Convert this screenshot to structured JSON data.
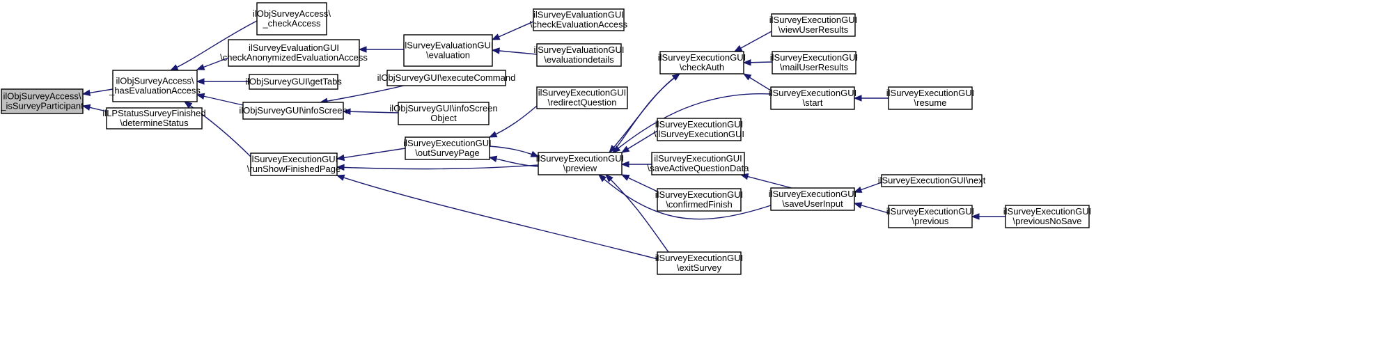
{
  "diagram": {
    "nodes": [
      {
        "id": "n1",
        "lines": [
          "ilObjSurveyAccess\\",
          "_isSurveyParticipant"
        ],
        "root": true
      },
      {
        "id": "n2",
        "lines": [
          "ilObjSurveyAccess\\",
          "_hasEvaluationAccess"
        ]
      },
      {
        "id": "n3",
        "lines": [
          "ilLPStatusSurveyFinished",
          "\\determineStatus"
        ]
      },
      {
        "id": "n4",
        "lines": [
          "ilObjSurveyAccess\\",
          "_checkAccess"
        ]
      },
      {
        "id": "n5",
        "lines": [
          "ilSurveyEvaluationGUI",
          "\\checkAnonymizedEvaluationAccess"
        ]
      },
      {
        "id": "n6",
        "lines": [
          "ilObjSurveyGUI\\getTabs"
        ]
      },
      {
        "id": "n7",
        "lines": [
          "ilObjSurveyGUI\\infoScreen"
        ]
      },
      {
        "id": "n8",
        "lines": [
          "ilSurveyExecutionGUI",
          "\\runShowFinishedPage"
        ]
      },
      {
        "id": "n9",
        "lines": [
          "ilSurveyEvaluationGUI",
          "\\evaluation"
        ]
      },
      {
        "id": "n10",
        "lines": [
          "ilObjSurveyGUI\\executeCommand"
        ]
      },
      {
        "id": "n11",
        "lines": [
          "ilObjSurveyGUI\\infoScreen",
          "Object"
        ]
      },
      {
        "id": "n12",
        "lines": [
          "ilSurveyExecutionGUI",
          "\\outSurveyPage"
        ]
      },
      {
        "id": "n13",
        "lines": [
          "ilSurveyEvaluationGUI",
          "\\checkEvaluationAccess"
        ]
      },
      {
        "id": "n14",
        "lines": [
          "ilSurveyEvaluationGUI",
          "\\evaluationdetails"
        ]
      },
      {
        "id": "n15",
        "lines": [
          "ilSurveyExecutionGUI",
          "\\redirectQuestion"
        ]
      },
      {
        "id": "n16",
        "lines": [
          "ilSurveyExecutionGUI",
          "\\preview"
        ]
      },
      {
        "id": "n17",
        "lines": [
          "ilSurveyExecutionGUI",
          "\\checkAuth"
        ]
      },
      {
        "id": "n18",
        "lines": [
          "ilSurveyExecutionGUI",
          "\\ilSurveyExecutionGUI"
        ]
      },
      {
        "id": "n19",
        "lines": [
          "ilSurveyExecutionGUI",
          "\\saveActiveQuestionData"
        ]
      },
      {
        "id": "n20",
        "lines": [
          "ilSurveyExecutionGUI",
          "\\confirmedFinish"
        ]
      },
      {
        "id": "n21",
        "lines": [
          "ilSurveyExecutionGUI",
          "\\exitSurvey"
        ]
      },
      {
        "id": "n22",
        "lines": [
          "ilSurveyExecutionGUI",
          "\\viewUserResults"
        ]
      },
      {
        "id": "n23",
        "lines": [
          "ilSurveyExecutionGUI",
          "\\mailUserResults"
        ]
      },
      {
        "id": "n24",
        "lines": [
          "ilSurveyExecutionGUI",
          "\\start"
        ]
      },
      {
        "id": "n25",
        "lines": [
          "ilSurveyExecutionGUI",
          "\\saveUserInput"
        ]
      },
      {
        "id": "n26",
        "lines": [
          "ilSurveyExecutionGUI",
          "\\resume"
        ]
      },
      {
        "id": "n27",
        "lines": [
          "ilSurveyExecutionGUI\\next"
        ]
      },
      {
        "id": "n28",
        "lines": [
          "ilSurveyExecutionGUI",
          "\\previous"
        ]
      },
      {
        "id": "n29",
        "lines": [
          "ilSurveyExecutionGUI",
          "\\previousNoSave"
        ]
      }
    ],
    "edges": [
      {
        "from": "n2",
        "to": "n1"
      },
      {
        "from": "n3",
        "to": "n1"
      },
      {
        "from": "n4",
        "to": "n2"
      },
      {
        "from": "n5",
        "to": "n2"
      },
      {
        "from": "n6",
        "to": "n2"
      },
      {
        "from": "n7",
        "to": "n2"
      },
      {
        "from": "n8",
        "to": "n2"
      },
      {
        "from": "n9",
        "to": "n5"
      },
      {
        "from": "n10",
        "to": "n7"
      },
      {
        "from": "n11",
        "to": "n7"
      },
      {
        "from": "n12",
        "to": "n8"
      },
      {
        "from": "n16",
        "to": "n8"
      },
      {
        "from": "n21",
        "to": "n8"
      },
      {
        "from": "n13",
        "to": "n9"
      },
      {
        "from": "n14",
        "to": "n9"
      },
      {
        "from": "n15",
        "to": "n12"
      },
      {
        "from": "n16",
        "to": "n12"
      },
      {
        "from": "n12",
        "to": "n16"
      },
      {
        "from": "n17",
        "to": "n16"
      },
      {
        "from": "n24",
        "to": "n16"
      },
      {
        "from": "n18",
        "to": "n16"
      },
      {
        "from": "n19",
        "to": "n16"
      },
      {
        "from": "n20",
        "to": "n16"
      },
      {
        "from": "n21",
        "to": "n16"
      },
      {
        "from": "n25",
        "to": "n16"
      },
      {
        "from": "n16",
        "to": "n17"
      },
      {
        "from": "n22",
        "to": "n17"
      },
      {
        "from": "n23",
        "to": "n17"
      },
      {
        "from": "n24",
        "to": "n17"
      },
      {
        "from": "n25",
        "to": "n19"
      },
      {
        "from": "n26",
        "to": "n24"
      },
      {
        "from": "n27",
        "to": "n25"
      },
      {
        "from": "n28",
        "to": "n25"
      },
      {
        "from": "n29",
        "to": "n28"
      }
    ]
  }
}
